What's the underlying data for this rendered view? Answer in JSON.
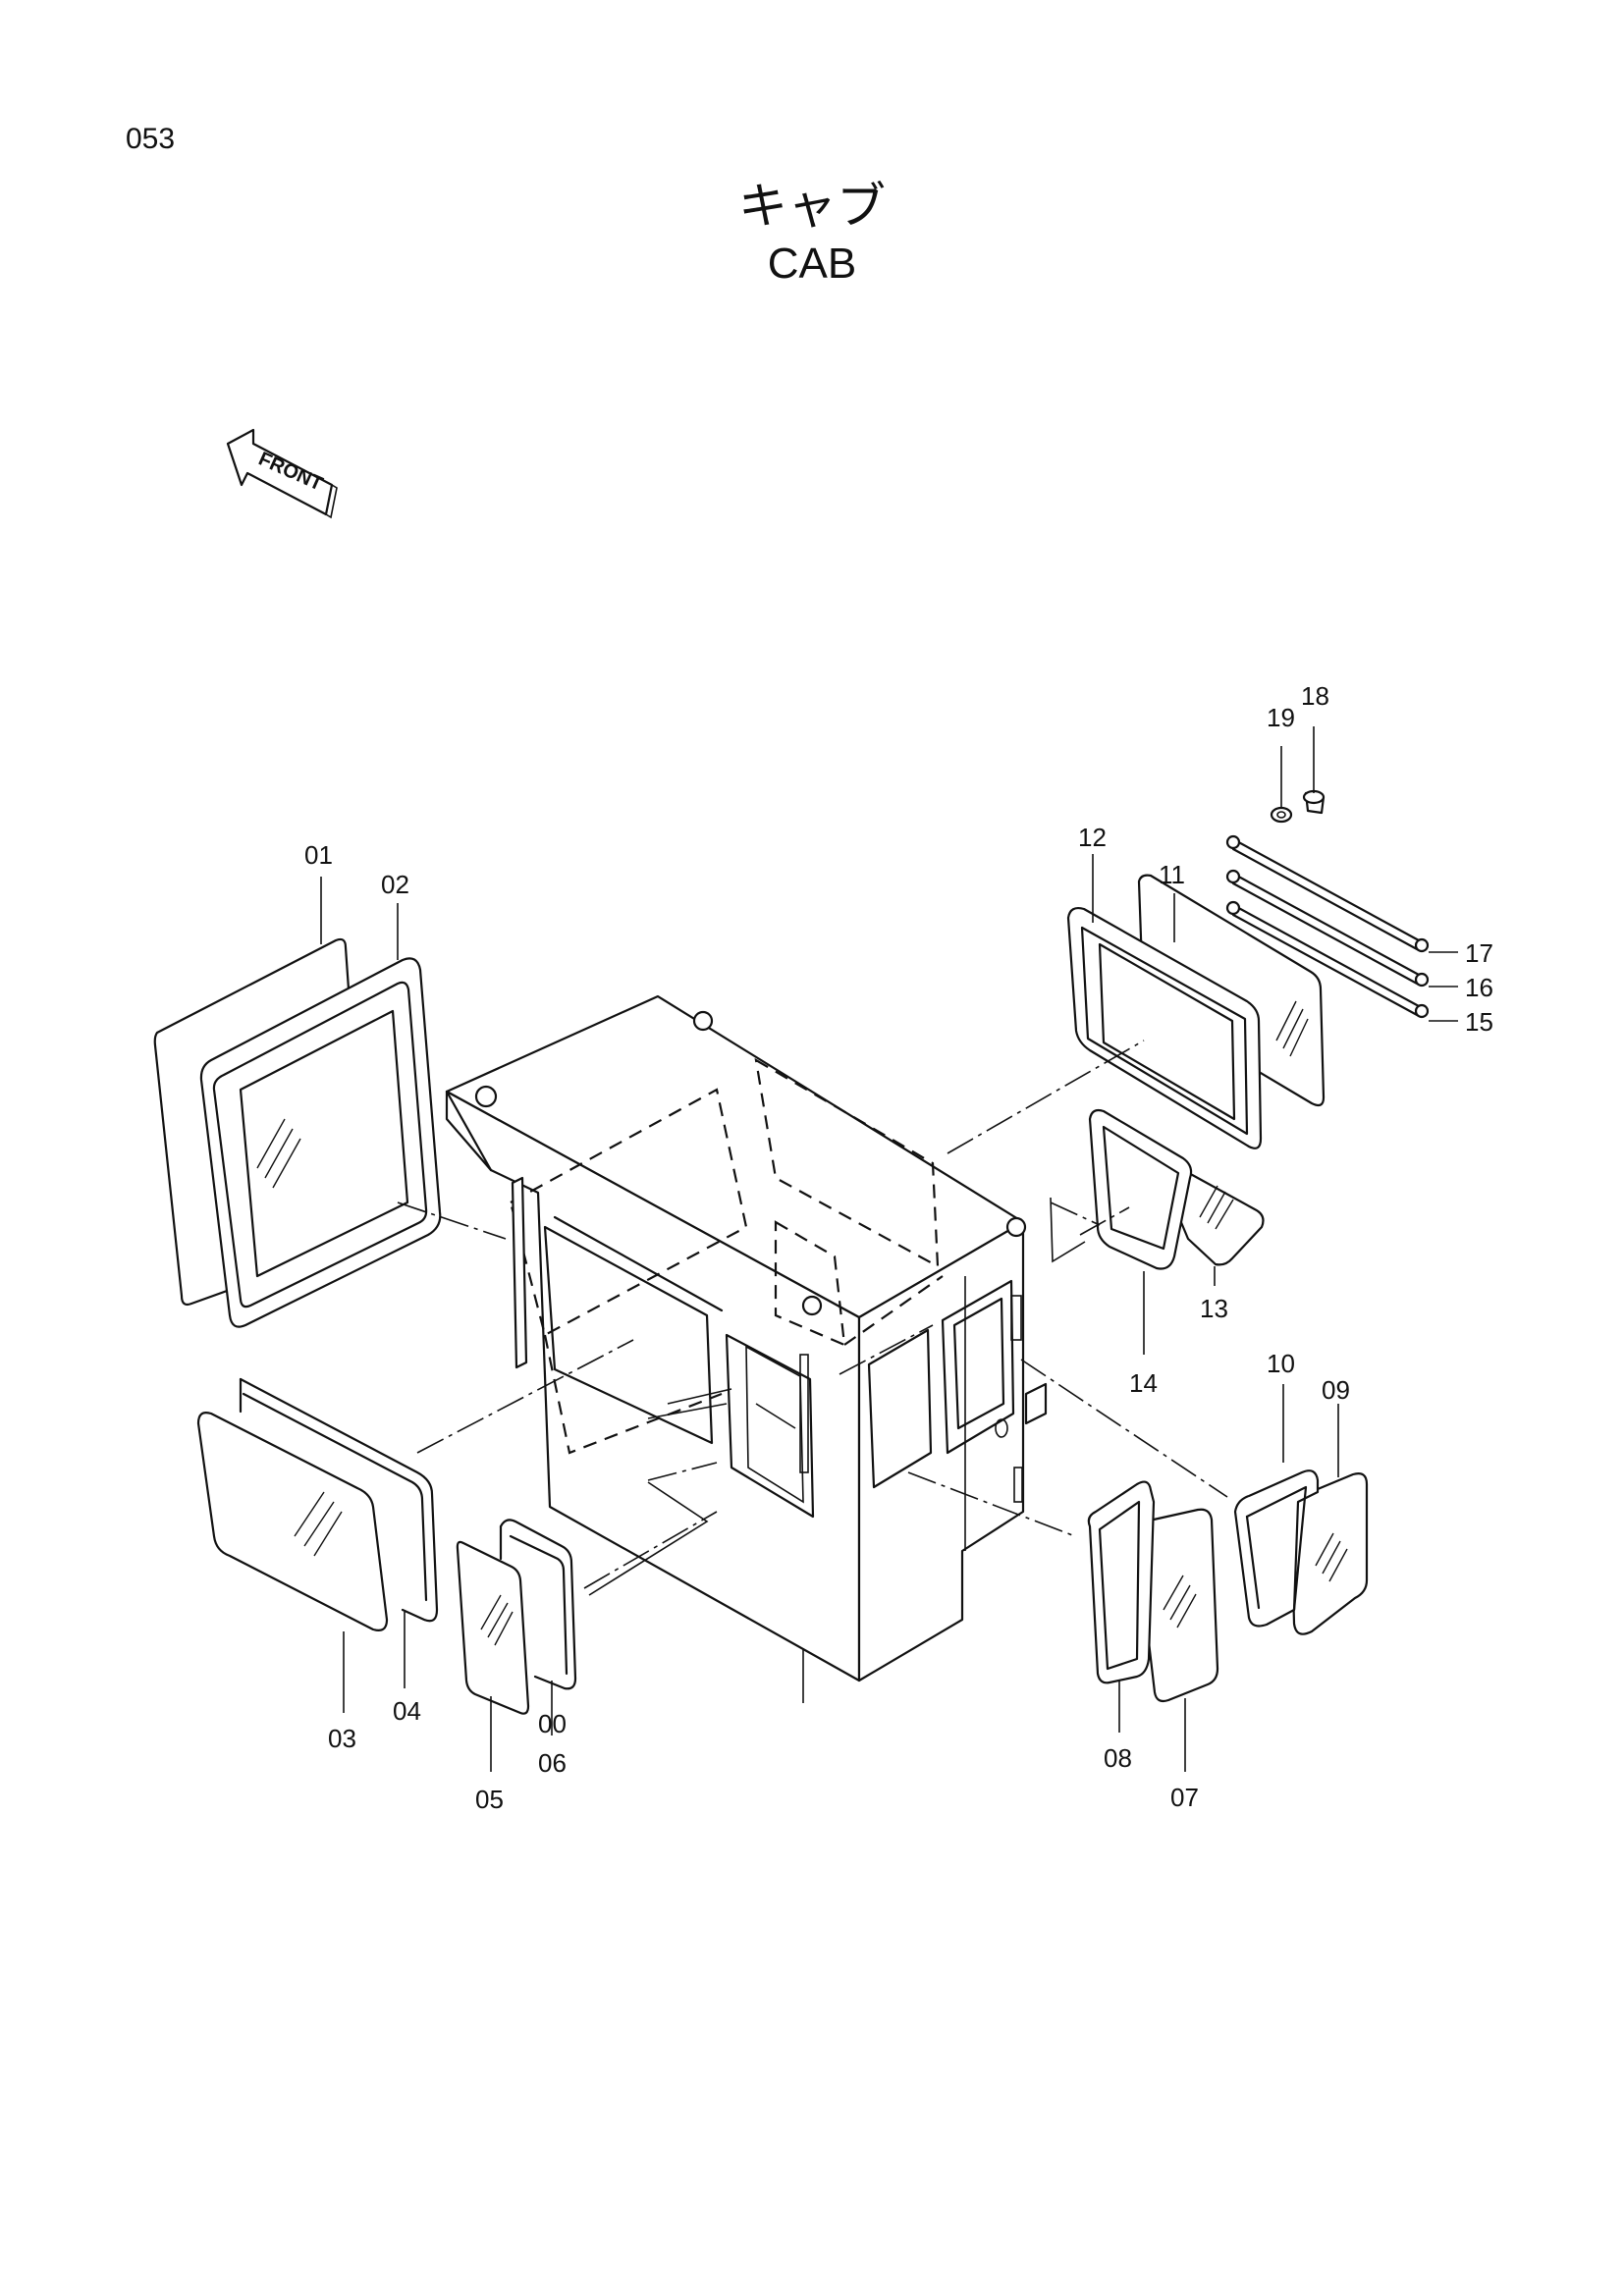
{
  "page_number": "053",
  "title_jp": "キャブ",
  "title_en": "CAB",
  "front_arrow_label": "FRONT",
  "callouts": {
    "c00": "00",
    "c01": "01",
    "c02": "02",
    "c03": "03",
    "c04": "04",
    "c05": "05",
    "c06": "06",
    "c07": "07",
    "c08": "08",
    "c09": "09",
    "c10": "10",
    "c11": "11",
    "c12": "12",
    "c13": "13",
    "c14": "14",
    "c15": "15",
    "c16": "16",
    "c17": "17",
    "c18": "18",
    "c19": "19"
  }
}
